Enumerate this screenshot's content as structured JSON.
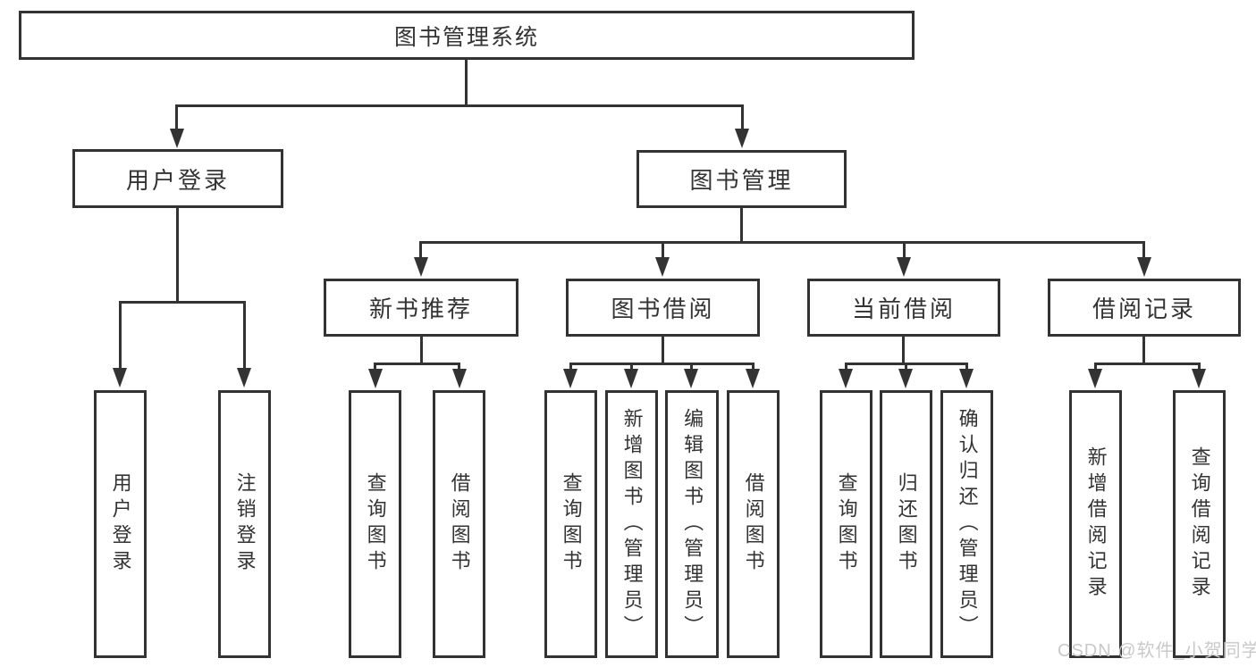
{
  "nodes": {
    "root": "图书管理系统",
    "user_login": {
      "label": "用户登录",
      "children": [
        "用户登录",
        "注销登录"
      ]
    },
    "book_management": {
      "label": "图书管理"
    },
    "new_book_recommend": {
      "label": "新书推荐",
      "children": [
        "查询图书",
        "借阅图书"
      ]
    },
    "book_borrowing": {
      "label": "图书借阅",
      "children": [
        "查询图书",
        "新增图书（管理员）",
        "编辑图书（管理员）",
        "借阅图书"
      ]
    },
    "current_borrowing": {
      "label": "当前借阅",
      "children": [
        "查询图书",
        "归还图书",
        "确认归还（管理员）"
      ]
    },
    "borrowing_records": {
      "label": "借阅记录",
      "children": [
        "新增借阅记录",
        "查询借阅记录"
      ]
    }
  },
  "watermark": "CSDN @软件_小贺同学",
  "colors": {
    "line": "#333333",
    "text": "#333333",
    "watermark": "#c9c9c9",
    "background": "#ffffff"
  }
}
